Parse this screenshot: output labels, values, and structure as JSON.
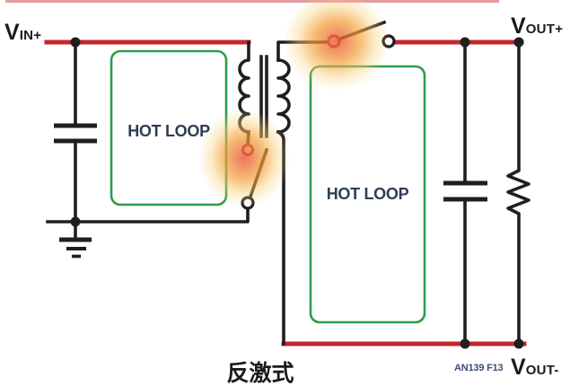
{
  "labels": {
    "vin_main": "V",
    "vin_sub": "IN+",
    "vout_plus_main": "V",
    "vout_plus_sub": "OUT+",
    "vout_minus_main": "V",
    "vout_minus_sub": "OUT-",
    "hot_loop_left": "HOT LOOP",
    "hot_loop_right": "HOT LOOP",
    "caption": "反激式",
    "figure_ref": "AN139 F13"
  },
  "colors": {
    "wire_red": "#c4262d",
    "wire_black": "#1f1f1f",
    "loop_green": "#2f9c49",
    "loop_text": "#2e3e55",
    "figure_ref_text": "#3c4e74",
    "label_text": "#1a1a1a",
    "switch_hot": "#b3261e",
    "glow_core": "rgba(232,88,60,0.82)",
    "glow_mid": "rgba(243,157,56,0.70)",
    "glow_outer": "rgba(248,208,120,0.42)"
  },
  "components": {
    "icons": [
      "input-capacitor-icon",
      "ground-icon",
      "transformer-icon",
      "primary-switch-icon",
      "secondary-switch-icon",
      "output-capacitor-icon",
      "load-resistor-icon",
      "hot-loop-box-icon",
      "glow-highlight-icon",
      "junction-dot-icon"
    ]
  }
}
